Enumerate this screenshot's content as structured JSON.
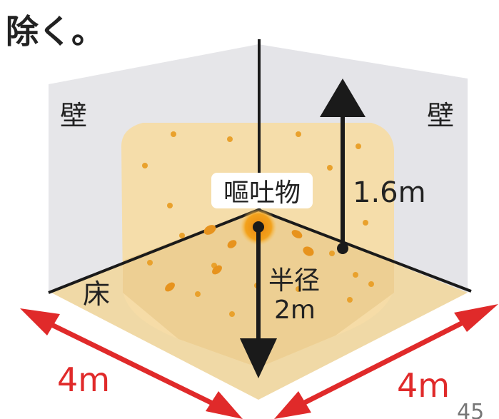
{
  "caption_fragment": "除く。",
  "labels": {
    "wall_left": "壁",
    "wall_right": "壁",
    "floor": "床",
    "vomit": "嘔吐物",
    "height": "1.6m",
    "radius_line1": "半径",
    "radius_line2": "2m",
    "width_left": "4m",
    "width_right": "4m"
  },
  "page_number": "45",
  "colors": {
    "wall": "#e6e6e9",
    "spread_zone": "#f6dca6",
    "floor_zone": "#edcf93",
    "droplet": "#e9a12c",
    "arrow_black": "#1a1a1a",
    "arrow_red": "#e02a2a",
    "text": "#222222"
  }
}
